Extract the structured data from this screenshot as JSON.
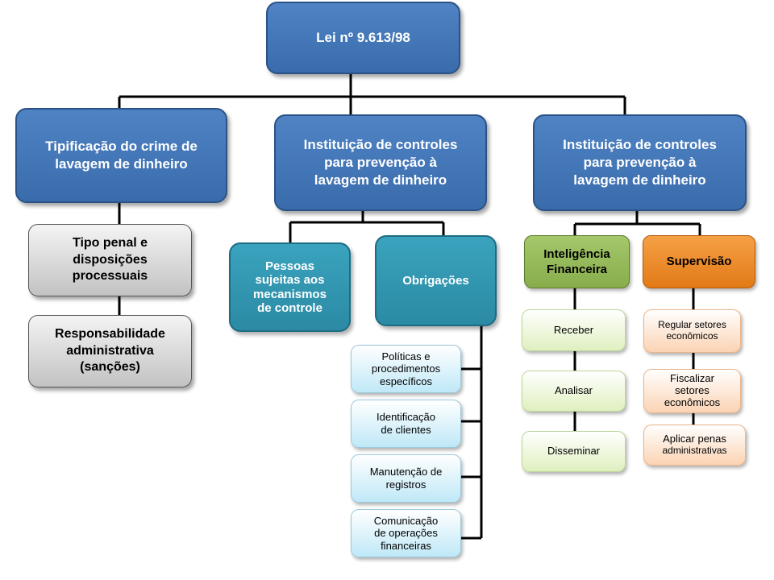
{
  "root": {
    "label": "Lei nº 9.613/98"
  },
  "branches": {
    "tipificacao": {
      "line1": "Tipificação do crime de",
      "line2": "lavagem de dinheiro"
    },
    "prevencao_a": {
      "line1": "Instituição de controles",
      "line2": "para prevenção à",
      "line3": "lavagem de dinheiro"
    },
    "prevencao_b": {
      "line1": "Instituição de controles",
      "line2": "para prevenção à",
      "line3": "lavagem de dinheiro"
    }
  },
  "tipificacao_children": {
    "tipo_penal": {
      "line1": "Tipo penal  e",
      "line2": "disposições",
      "line3": "processuais"
    },
    "responsabilidade": {
      "line1": "Responsabilidade",
      "line2": "administrativa",
      "line3": "(sanções)"
    }
  },
  "prevencao_a_children": {
    "pessoas": {
      "line1": "Pessoas",
      "line2": "sujeitas aos",
      "line3": "mecanismos",
      "line4": "de controle"
    },
    "obrigacoes": {
      "label": "Obrigações"
    }
  },
  "obrigacoes_items": [
    {
      "line1": "Políticas e",
      "line2": "procedimentos",
      "line3": "específicos"
    },
    {
      "line1": "Identificação",
      "line2": "de clientes"
    },
    {
      "line1": "Manutenção de",
      "line2": "registros"
    },
    {
      "line1": "Comunicação",
      "line2": "de operações",
      "line3": "financeiras"
    }
  ],
  "prevencao_b_children": {
    "inteligencia": {
      "line1": "Inteligência",
      "line2": "Financeira"
    },
    "supervisao": {
      "label": "Supervisão"
    }
  },
  "inteligencia_items": [
    {
      "label": "Receber"
    },
    {
      "label": "Analisar"
    },
    {
      "label": "Disseminar"
    }
  ],
  "supervisao_items": [
    {
      "line1": "Regular setores",
      "line2": "econômicos"
    },
    {
      "line1": "Fiscalizar",
      "line2": "setores",
      "line3": "econômicos"
    },
    {
      "line1": "Aplicar penas",
      "line2": "administrativas"
    }
  ],
  "colors": {
    "main_blue": "#4a7ebf",
    "teal": "#31a0bc",
    "light_blue": "#c6ebf8",
    "gray": "#d9d9d9",
    "green": "#9bbb59",
    "light_green": "#e4f2c8",
    "orange": "#f79646",
    "light_orange": "#fcd5b5"
  }
}
